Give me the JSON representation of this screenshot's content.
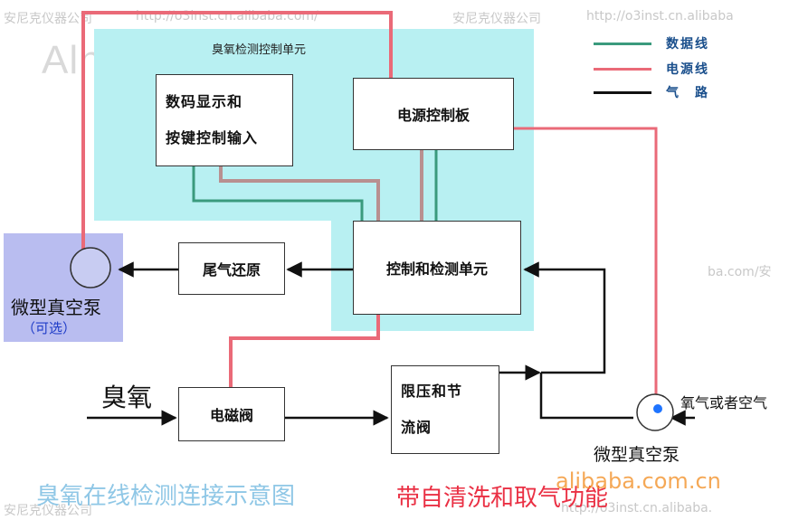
{
  "watermarks": {
    "top_left": "安尼克仪器公司",
    "top_url": "http://o3inst.cn.alibaba.com/",
    "top_right": "安尼克仪器公司",
    "top_right_url": "http://o3inst.cn.alibaba",
    "mid_right": "ba.com/安",
    "bottom": "安尼克仪器公司",
    "bottom_url_right": "http://o3inst.cn.alibaba.",
    "logo": "Alnitec",
    "logo_mark": "®"
  },
  "legend": {
    "items": [
      {
        "label": "数据线",
        "color": "#3a9a7d"
      },
      {
        "label": "电源线",
        "color": "#ea6a78"
      },
      {
        "label": "气　路",
        "color": "#111111"
      }
    ]
  },
  "diagram": {
    "control_unit_title": "臭氧检测控制单元",
    "display_box": [
      "数码显示和",
      "按键控制输入"
    ],
    "power_board": "电源控制板",
    "detect_unit": "控制和检测单元",
    "tail_gas": "尾气还原",
    "left_pump": "微型真空泵",
    "left_pump_optional": "（可选）",
    "solenoid": "电磁阀",
    "limiter": [
      "限压和节",
      "流阀"
    ],
    "right_pump": "微型真空泵",
    "ozone_in": "臭氧",
    "air_in": "氧气或者空气"
  },
  "footer": {
    "caption": "臭氧在线检测连接示意图",
    "feature": "带自清洗和取气功能",
    "site": "alibaba.com.cn"
  },
  "colors": {
    "cyan_region": "#b8f0f2",
    "pump_region": "#b9bdf0",
    "data_line": "#3a9a7d",
    "power_line": "#ea6a78",
    "gas_line": "#111111",
    "mixed_line": "#b89090",
    "caption": "#8fc7e6",
    "feature": "#ea3044",
    "site": "#f28c1e"
  }
}
